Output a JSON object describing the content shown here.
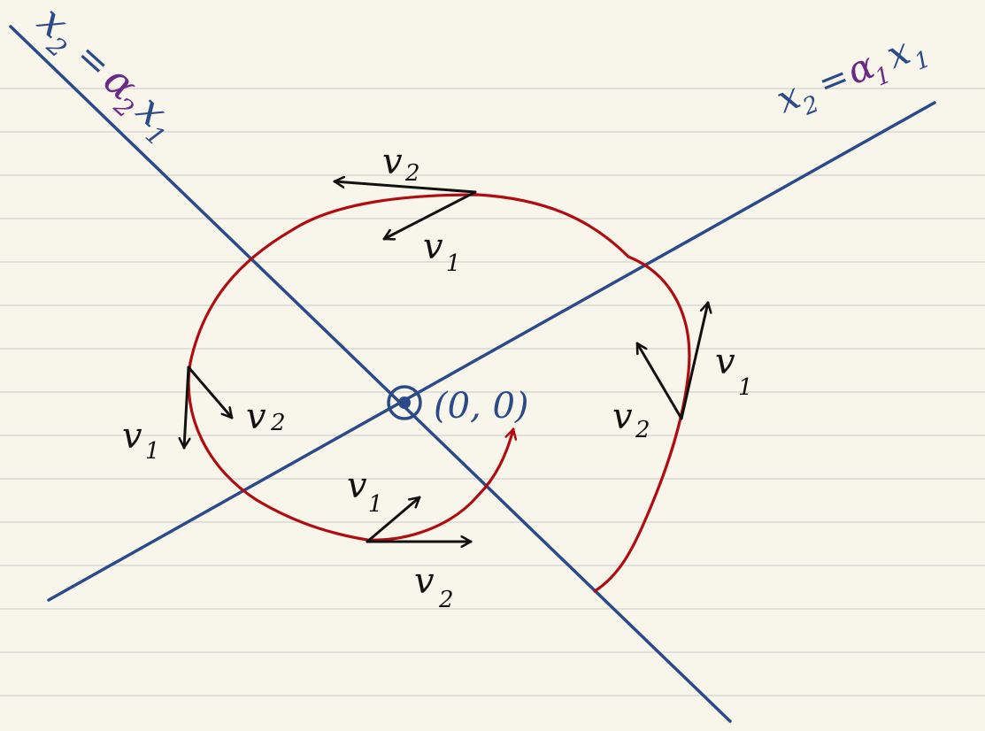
{
  "diagram": {
    "colors": {
      "paper": "#f8f5ea",
      "rule_lines": "#d8d8d4",
      "axes": "#2b4a8a",
      "trajectory": "#b00d12",
      "vectors": "#111111",
      "purple": "#6a2a86"
    },
    "labels": {
      "line_alpha2": {
        "lhs": "x",
        "lhs_sub": "2",
        "eq": "=",
        "coef": "α",
        "coef_sub": "2",
        "rhs": "x",
        "rhs_sub": "1"
      },
      "line_alpha1": {
        "lhs": "x",
        "lhs_sub": "2",
        "eq": "=",
        "coef": "α",
        "coef_sub": "1",
        "rhs": "x",
        "rhs_sub": "1"
      },
      "origin": "(0, 0)",
      "v1": {
        "base": "v",
        "sub": "1"
      },
      "v2": {
        "base": "v",
        "sub": "2"
      }
    }
  }
}
